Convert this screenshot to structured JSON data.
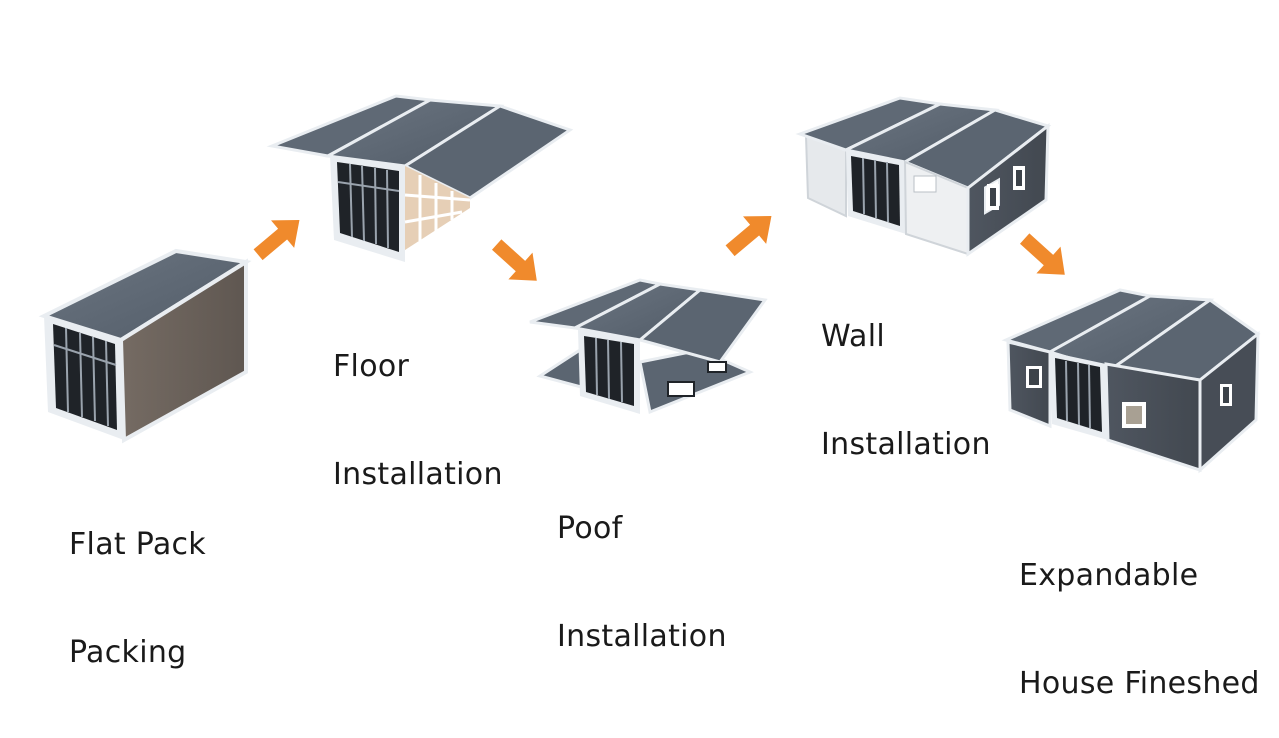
{
  "colors": {
    "arrow": "#f08a2c",
    "roof": "#5b6571",
    "roof_light": "#6f7985",
    "frame": "#e9edf1",
    "wall_dark": "#4b525c",
    "wall_brown": "#6d645d",
    "glass": "#1f2328",
    "interior": "#e4cdb4"
  },
  "steps": [
    {
      "line1": "Flat Pack",
      "line2": "Packing"
    },
    {
      "line1": "Floor",
      "line2": "Installation"
    },
    {
      "line1": "Poof",
      "line2": "Installation"
    },
    {
      "line1": "Wall",
      "line2": "Installation"
    },
    {
      "line1": "Expandable",
      "line2": "House Fineshed"
    }
  ]
}
